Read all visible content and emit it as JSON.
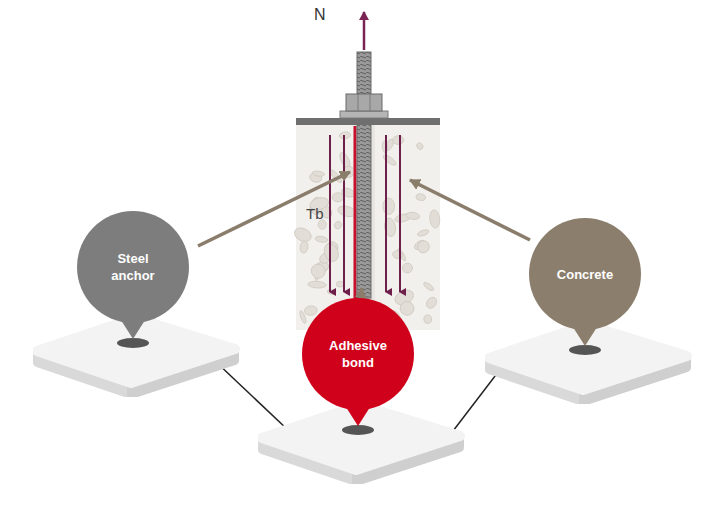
{
  "diagram": {
    "nodes": [
      {
        "text": [
          "Steel anchor"
        ]
      },
      {
        "text": [
          "Adhesive bond"
        ]
      },
      {
        "text": [
          "Concrete"
        ]
      }
    ],
    "edges": [
      {
        "from": 0,
        "to": 1,
        "arrow": "none"
      },
      {
        "from": 1,
        "to": 2,
        "arrow": "none"
      }
    ],
    "labels": [
      "N",
      "Tb"
    ]
  }
}
